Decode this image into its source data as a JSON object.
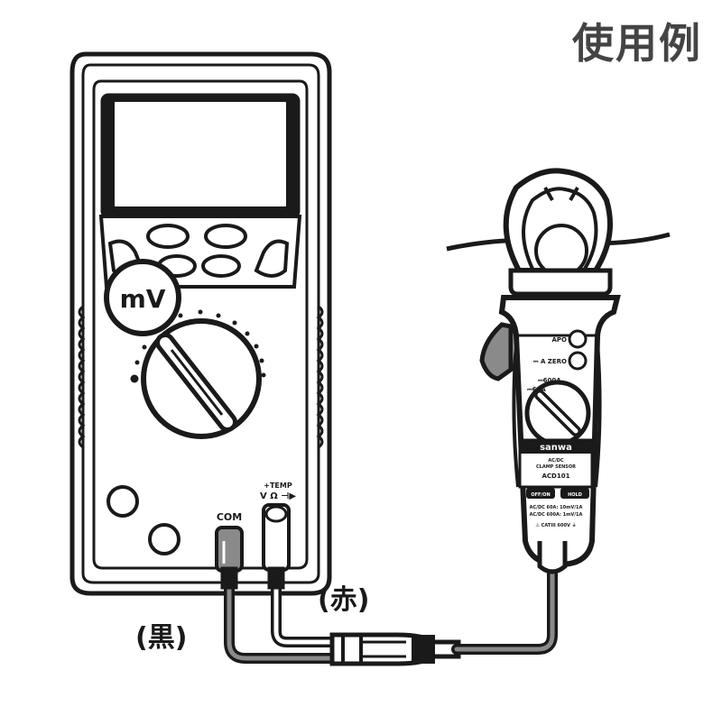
{
  "title": "使用例",
  "labels": {
    "red_lead": "(赤)",
    "black_lead": "(黒)"
  },
  "multimeter": {
    "range_badge": "mV",
    "jack_com": "COM",
    "jack_temp": "+TEMP",
    "jack_volt": "V Ω ⊣▶"
  },
  "clamp": {
    "brand": "sanwa",
    "apo": "APO",
    "zero": "⎓ A ZERO",
    "range_high": "⎓600A",
    "range_low": "⎓60A",
    "type_line1": "AC/DC",
    "type_line2": "CLAMP SENSOR",
    "model": "ACD101",
    "spec_line1": "AC/DC 60A: 10mV/1A",
    "spec_line2": "AC/DC 600A: 1mV/1A",
    "cat_rating": "⚠ CATIII 600V ⏚",
    "button_left": "OFF/ON",
    "button_right": "HOLD"
  },
  "colors": {
    "ink": "#1a1a1a",
    "title_gray": "#444444",
    "lead_gray": "#8a8a8a"
  }
}
